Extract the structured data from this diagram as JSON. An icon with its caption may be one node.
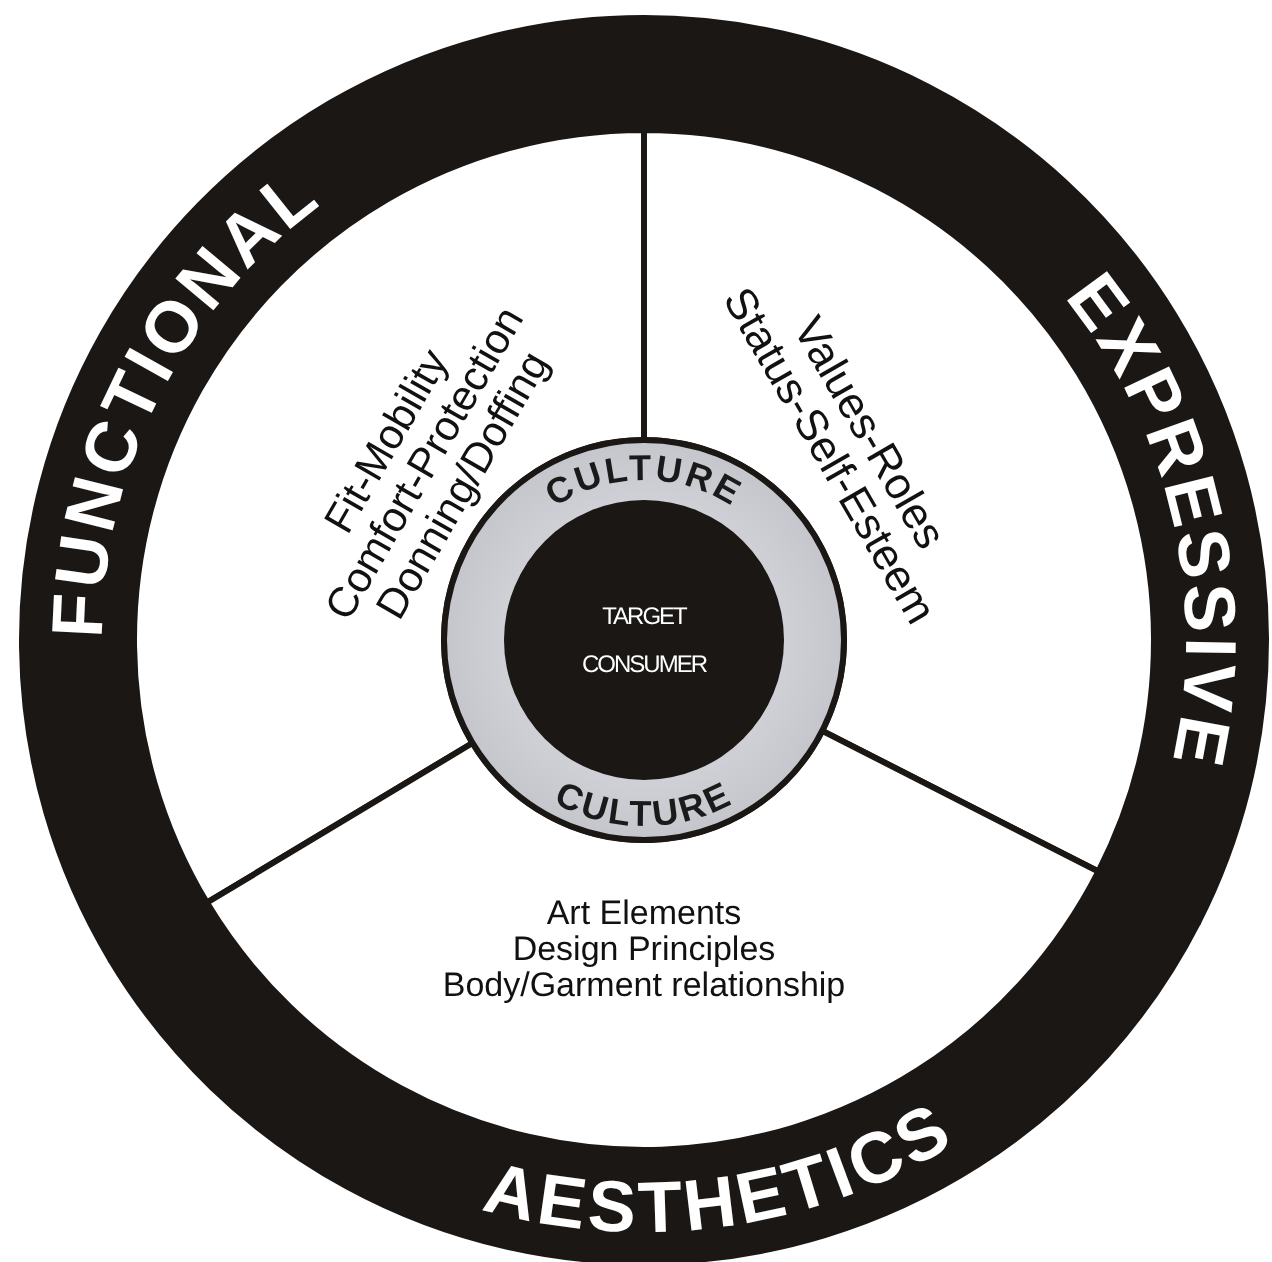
{
  "diagram": {
    "nodes": [
      {
        "text": [
          "FUNCTIONAL",
          "Fit-Mobility",
          "Comfort-Protection",
          "Donning/Doffing"
        ]
      },
      {
        "text": [
          "EXPRESSIVE",
          "Values-Roles",
          "Status-Self-Esteem"
        ]
      },
      {
        "text": [
          "AESTHETICS",
          "Art Elements",
          "Design Principles",
          "Body/Garment relationship"
        ]
      },
      {
        "text": [
          "CULTURE",
          "CULTURE"
        ]
      },
      {
        "text": [
          "TARGET CONSUMER"
        ],
        "in": 3
      }
    ],
    "edges": []
  }
}
